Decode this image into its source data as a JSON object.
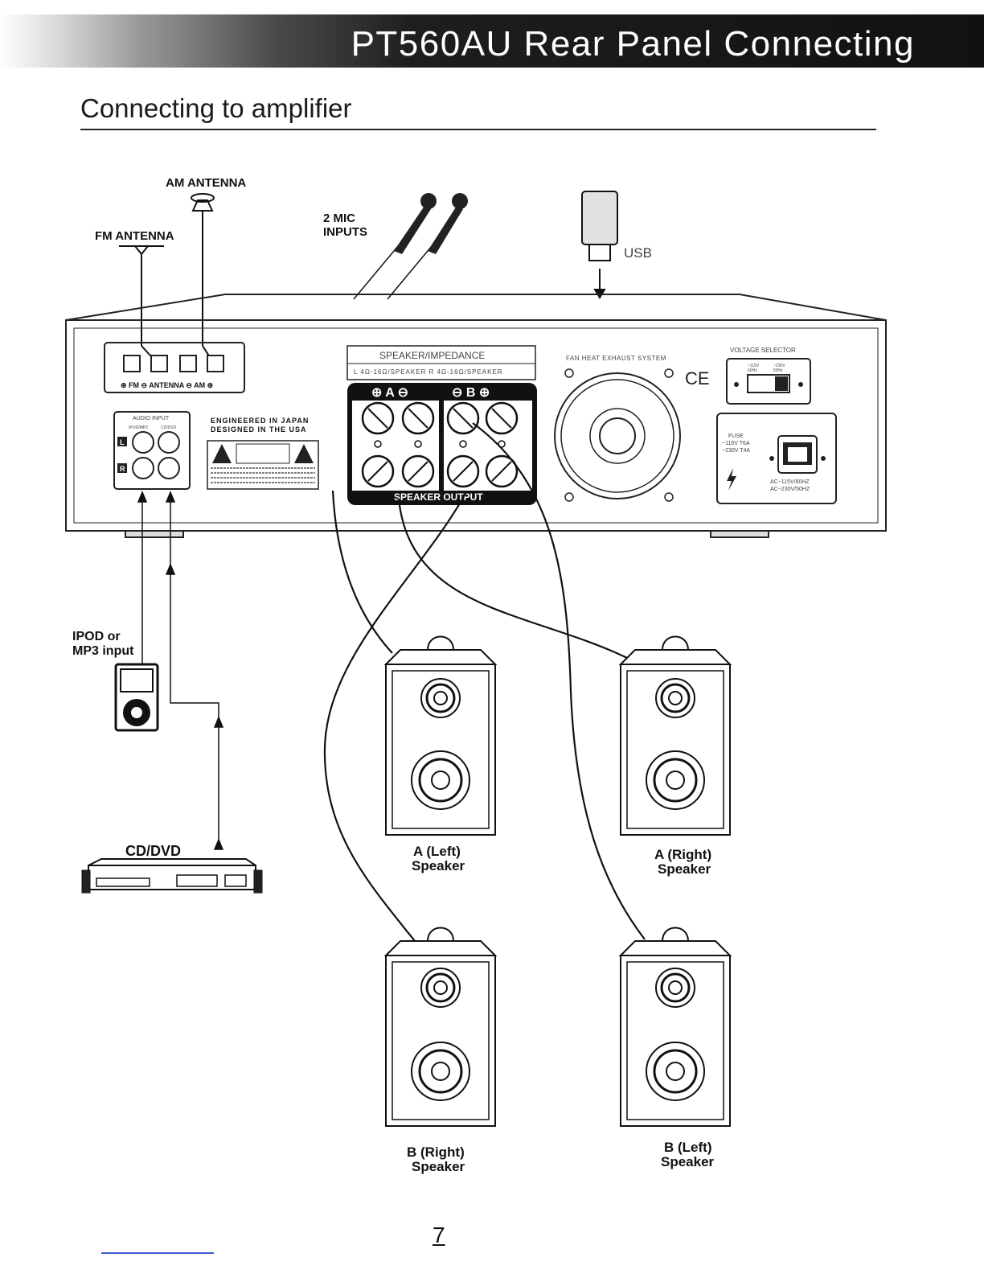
{
  "header": {
    "title": "PT560AU Rear Panel Connecting"
  },
  "section": {
    "title": "Connecting to amplifier"
  },
  "labels": {
    "am_antenna": "AM ANTENNA",
    "fm_antenna": "FM ANTENNA",
    "mic_line1": "2 MIC",
    "mic_line2": "INPUTS",
    "usb": "USB",
    "ipod_line1": "IPOD or",
    "ipod_line2": "MP3 input",
    "cd_dvd": "CD/DVD"
  },
  "panel": {
    "antenna_terminal_label": "⊕ FM ⊖ ANTENNA ⊖ AM ⊕",
    "audio_input_title": "AUDIO INPUT",
    "audio_input_col1": "IPOD/MP3",
    "audio_input_col2": "CD/DVD",
    "channel_l": "L",
    "channel_r": "R",
    "engineered_line1": "ENGINEERED IN JAPAN",
    "engineered_line2": "DESIGNED IN THE USA",
    "speaker_impedance_title": "SPEAKER/IMPEDANCE",
    "speaker_impedance_spec": "L 4Ω-16Ω/SPEAKER R 4Ω-16Ω/SPEAKER",
    "group_a_header": "⊕ A ⊖",
    "group_b_header": "⊖ B ⊕",
    "speaker_output_label": "SPEAKER OUTPUT",
    "fan_label": "FAN HEAT EXHAUST SYSTEM",
    "ce_mark": "CE",
    "voltage_selector_title": "VOLTAGE SELECTOR",
    "voltage_left": "~115V",
    "voltage_left_hz": "60Hz",
    "voltage_right": "~230V",
    "voltage_right_hz": "50Hz",
    "fuse_label": "FUSE",
    "fuse_115": "~115V T6A",
    "fuse_230": "~230V T4A",
    "ac_115": "AC~115V/60HZ",
    "ac_230": "AC~230V/50HZ"
  },
  "speakers": [
    {
      "line1": "A (Left)",
      "line2": "Speaker"
    },
    {
      "line1": "A (Right)",
      "line2": "Speaker"
    },
    {
      "line1": "B (Right)",
      "line2": "Speaker"
    },
    {
      "line1": "B (Left)",
      "line2": "Speaker"
    }
  ],
  "footer": {
    "page_number": "7"
  }
}
